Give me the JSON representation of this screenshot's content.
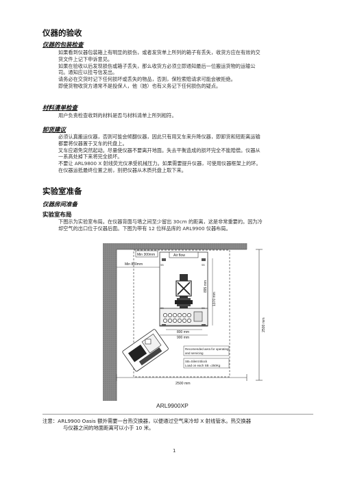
{
  "section1": {
    "title": "仪器的验收",
    "packaging": {
      "heading": "仪器的包装检查",
      "lines": [
        "如果看到仪器包装箱上有明显的损伤，或者发货单上所列的箱子有丢失，收货方应在有效的交",
        "货文件上记下申诉意见。",
        "如果在验收以后发现损伤或箱子丢失，那么收货方必须立即通知最后一位搬运货物的运输公",
        "司。通知应以挂号信发出。",
        "请务必在交货时记下任何损坏或丢失的物品，否则，保险索赔请求可能会被拒绝。",
        "即使货物收货方通常不是投保人，他（她）也有义务记下任何损伤的疑点。"
      ]
    },
    "materials": {
      "heading": "材料清单检查",
      "lines": [
        "用户负责检查收到的材料是否与材料清单上所列相符。"
      ]
    },
    "unloading": {
      "heading": "卸货建议",
      "lines": [
        "必须认真搬运仪器，否则可能会倾翻仪器，因此只有用叉车来升降仪器，即卸货和短距离运输",
        "都要将仪器置于叉车的托盘上。",
        "叉车应避免突然起动。尽量使仪器不要离开地面。失去平衡造成的损坏完全不能赔偿。仪器从",
        "一系高处掉下来将完全损坏。",
        "不要让 ARL9800 X 射线荧光仪承受机械压力。如果需要提升仪器，可使用仪器框架上的环。",
        "在仪器运抵最终位置之前，别把仪器从木质托盘上取下来。"
      ]
    }
  },
  "section2": {
    "title": "实验室准备",
    "room": {
      "heading": "仪器房间准备",
      "layout": {
        "heading": "实验室布局",
        "lines": [
          "下图示为实验室布局。在仪器背面与墙之间至少留出 30cm 的距离，这是非常重要的。因为冷",
          "却空气的出口位于仪器后面。下图为带有 12 位样品库的 ARL9900 仪器布局。"
        ]
      }
    }
  },
  "diagram": {
    "labels": {
      "min300": "Min 300mm",
      "min800": "Min 800mm",
      "airflow": "Air flow",
      "dim895": "895 mm",
      "dim1370": "1370 mm",
      "dim800": "800 mm",
      "dim900": "900 mm",
      "dim2500v": "2500 mm",
      "dim2500h": "2500 mm",
      "sb": "SB",
      "rec_line1": "Recomended aera for operating",
      "rec_line2": "and servicing",
      "sb_line1": "SB=Silent Block",
      "sb_line2": "Load on each SB =250Kg"
    },
    "caption": "ARL9900XP"
  },
  "note": {
    "line1": "注意：ARL9900 Oasis 额外需要一台热交换器，以便通过空气来冷却 X 射线管水。热交换器",
    "line2": "与仪器之间的地面距离可以小于 10 米。"
  },
  "page_number": "1",
  "colors": {
    "wall": "#8a8a8a",
    "wall_dark": "#707070"
  }
}
